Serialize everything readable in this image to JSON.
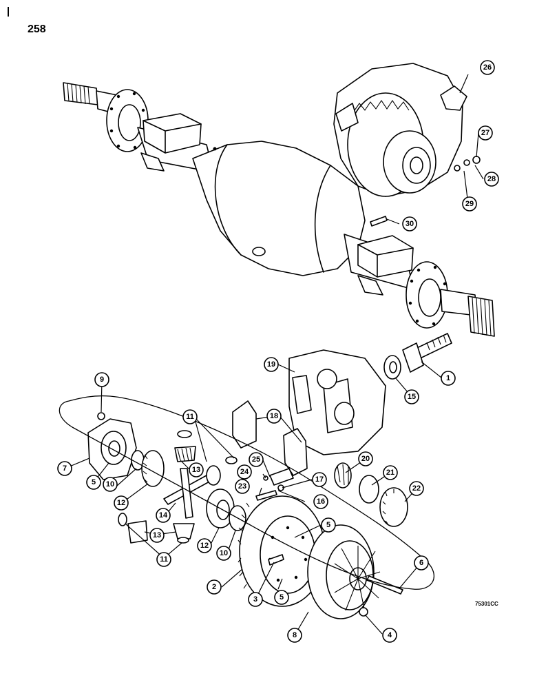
{
  "page": {
    "number": "258",
    "figure_code": "75301CC"
  },
  "callouts": [
    {
      "id": "c1",
      "label": "1"
    },
    {
      "id": "c2",
      "label": "2"
    },
    {
      "id": "c3",
      "label": "3"
    },
    {
      "id": "c4",
      "label": "4"
    },
    {
      "id": "c5a",
      "label": "5"
    },
    {
      "id": "c5b",
      "label": "5"
    },
    {
      "id": "c5c",
      "label": "5"
    },
    {
      "id": "c6",
      "label": "6"
    },
    {
      "id": "c7",
      "label": "7"
    },
    {
      "id": "c8",
      "label": "8"
    },
    {
      "id": "c9",
      "label": "9"
    },
    {
      "id": "c10a",
      "label": "10"
    },
    {
      "id": "c10b",
      "label": "10"
    },
    {
      "id": "c11a",
      "label": "11"
    },
    {
      "id": "c11b",
      "label": "11"
    },
    {
      "id": "c12a",
      "label": "12"
    },
    {
      "id": "c12b",
      "label": "12"
    },
    {
      "id": "c13a",
      "label": "13"
    },
    {
      "id": "c13b",
      "label": "13"
    },
    {
      "id": "c14",
      "label": "14"
    },
    {
      "id": "c15",
      "label": "15"
    },
    {
      "id": "c16",
      "label": "16"
    },
    {
      "id": "c17",
      "label": "17"
    },
    {
      "id": "c18",
      "label": "18"
    },
    {
      "id": "c19",
      "label": "19"
    },
    {
      "id": "c20",
      "label": "20"
    },
    {
      "id": "c21",
      "label": "21"
    },
    {
      "id": "c22",
      "label": "22"
    },
    {
      "id": "c23",
      "label": "23"
    },
    {
      "id": "c24",
      "label": "24"
    },
    {
      "id": "c25",
      "label": "25"
    },
    {
      "id": "c26",
      "label": "26"
    },
    {
      "id": "c27",
      "label": "27"
    },
    {
      "id": "c28",
      "label": "28"
    },
    {
      "id": "c29",
      "label": "29"
    },
    {
      "id": "c30",
      "label": "30"
    }
  ]
}
